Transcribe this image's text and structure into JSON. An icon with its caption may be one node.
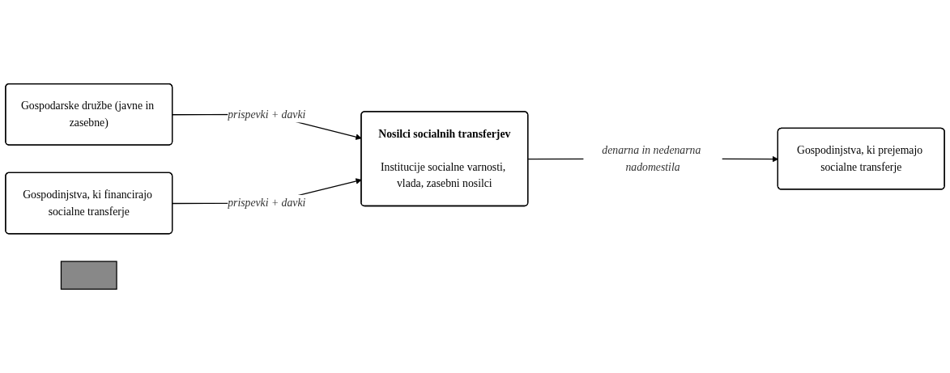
{
  "diagram": {
    "nodes": [
      {
        "text": [
          "Gospodarske družbe (javne in zasebne)"
        ]
      },
      {
        "text": [
          "Gospodinjstva, ki financirajo socialne transferje"
        ]
      },
      {
        "text": [],
        "shape": "box"
      },
      {
        "text": [
          "Gospodinjstva, ki prejemajo socialne transferje"
        ]
      },
      {
        "text": [
          "Nosilci socialnih transferjev",
          "Institucije socialne varnosti, vlada, zasebni nosilci"
        ]
      }
    ],
    "edges": [
      {
        "from": 0,
        "to": 4,
        "arrow": "to",
        "label": "prispevki + davki"
      },
      {
        "from": 1,
        "to": 4,
        "arrow": "to",
        "label": "prispevki + davki"
      },
      {
        "from": 4,
        "to": 3,
        "arrow": "to",
        "label": "denarna in nedenarna nadomestila"
      }
    ]
  }
}
